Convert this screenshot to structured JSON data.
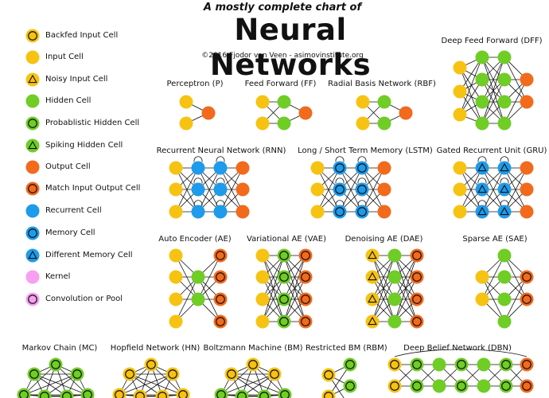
{
  "header": {
    "subtitle": "A mostly complete chart of",
    "title": "Neural Networks",
    "credit": "©2016 Fjodor van Veen - asimovinstitute.org"
  },
  "colors": {
    "input": "#f7c312",
    "hidden": "#6fcd25",
    "output": "#f26a1c",
    "recurrent": "#1e9bea",
    "kernel": "#f7a0f0",
    "edge": "#111111"
  },
  "legend": [
    {
      "label": "Backfed Input Cell",
      "fill": "input",
      "mark": "ring"
    },
    {
      "label": "Input Cell",
      "fill": "input",
      "mark": "none"
    },
    {
      "label": "Noisy Input Cell",
      "fill": "input",
      "mark": "triangle"
    },
    {
      "label": "Hidden Cell",
      "fill": "hidden",
      "mark": "none"
    },
    {
      "label": "Probablistic Hidden Cell",
      "fill": "hidden",
      "mark": "ring"
    },
    {
      "label": "Spiking Hidden Cell",
      "fill": "hidden",
      "mark": "triangle"
    },
    {
      "label": "Output Cell",
      "fill": "output",
      "mark": "none"
    },
    {
      "label": "Match Input Output Cell",
      "fill": "output",
      "mark": "ring"
    },
    {
      "label": "Recurrent Cell",
      "fill": "recurrent",
      "mark": "none"
    },
    {
      "label": "Memory Cell",
      "fill": "recurrent",
      "mark": "ring"
    },
    {
      "label": "Different Memory Cell",
      "fill": "recurrent",
      "mark": "triangle"
    },
    {
      "label": "Kernel",
      "fill": "kernel",
      "mark": "none"
    },
    {
      "label": "Convolution or Pool",
      "fill": "kernel",
      "mark": "ring"
    }
  ],
  "networks": [
    {
      "title": "Perceptron (P)",
      "layers": [
        [
          "input",
          "input"
        ],
        [
          "output"
        ]
      ]
    },
    {
      "title": "Feed Forward (FF)",
      "layers": [
        [
          "input",
          "input"
        ],
        [
          "hidden",
          "hidden"
        ],
        [
          "output"
        ]
      ]
    },
    {
      "title": "Radial Basis Network (RBF)",
      "layers": [
        [
          "input",
          "input"
        ],
        [
          "hidden",
          "hidden"
        ],
        [
          "output"
        ]
      ]
    },
    {
      "title": "Deep Feed Forward (DFF)",
      "layers": [
        [
          "input",
          "input",
          "input"
        ],
        [
          "hidden",
          "hidden",
          "hidden",
          "hidden"
        ],
        [
          "hidden",
          "hidden",
          "hidden",
          "hidden"
        ],
        [
          "output",
          "output"
        ]
      ]
    },
    {
      "title": "Recurrent Neural Network (RNN)",
      "layers": [
        [
          "input",
          "input",
          "input"
        ],
        [
          "recurrent",
          "recurrent",
          "recurrent"
        ],
        [
          "recurrent",
          "recurrent",
          "recurrent"
        ],
        [
          "output",
          "output",
          "output"
        ]
      ]
    },
    {
      "title": "Long / Short Term Memory (LSTM)",
      "layers": [
        [
          "input",
          "input",
          "input"
        ],
        [
          "memory",
          "memory",
          "memory"
        ],
        [
          "memory",
          "memory",
          "memory"
        ],
        [
          "output",
          "output",
          "output"
        ]
      ]
    },
    {
      "title": "Gated Recurrent Unit (GRU)",
      "layers": [
        [
          "input",
          "input",
          "input"
        ],
        [
          "diffmemory",
          "diffmemory",
          "diffmemory"
        ],
        [
          "diffmemory",
          "diffmemory",
          "diffmemory"
        ],
        [
          "output",
          "output",
          "output"
        ]
      ]
    },
    {
      "title": "Auto Encoder (AE)",
      "layers": [
        [
          "input",
          "input",
          "input",
          "input"
        ],
        [
          "hidden",
          "hidden"
        ],
        [
          "match",
          "match",
          "match",
          "match"
        ]
      ]
    },
    {
      "title": "Variational AE (VAE)",
      "layers": [
        [
          "input",
          "input",
          "input",
          "input"
        ],
        [
          "probhidden",
          "probhidden",
          "probhidden",
          "probhidden"
        ],
        [
          "match",
          "match",
          "match",
          "match"
        ]
      ]
    },
    {
      "title": "Denoising AE (DAE)",
      "layers": [
        [
          "noisy",
          "noisy",
          "noisy",
          "noisy"
        ],
        [
          "hidden",
          "hidden",
          "hidden",
          "hidden"
        ],
        [
          "match",
          "match",
          "match",
          "match"
        ]
      ]
    },
    {
      "title": "Sparse AE (SAE)",
      "layers": [
        [
          "input",
          "input"
        ],
        [
          "hidden",
          "hidden",
          "hidden",
          "hidden"
        ],
        [
          "match",
          "match"
        ]
      ]
    },
    {
      "title": "Markov Chain (MC)",
      "kind": "graph",
      "nodes": "probhidden"
    },
    {
      "title": "Hopfield Network (HN)",
      "kind": "graph",
      "nodes": "backfed"
    },
    {
      "title": "Boltzmann Machine (BM)",
      "kind": "graph",
      "nodes": "mixed"
    },
    {
      "title": "Restricted BM (RBM)",
      "kind": "bipartite"
    },
    {
      "title": "Deep Belief Network (DBN)",
      "kind": "dbn"
    }
  ]
}
